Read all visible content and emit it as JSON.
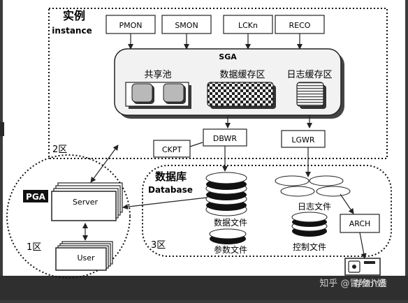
{
  "instance": {
    "title_cn": "实例",
    "title_en": "instance",
    "zone": "2区",
    "processes": [
      "PMON",
      "SMON",
      "LCKn",
      "RECO"
    ],
    "sga": {
      "label": "SGA",
      "shared_pool": "共享池",
      "buffer_cache": "数据缓存区",
      "log_buffer": "日志缓存区"
    },
    "dbwr": "DBWR",
    "ckpt": "CKPT",
    "lgwr": "LGWR"
  },
  "database": {
    "title_cn": "数据库",
    "title_en": "Database",
    "zone": "3区",
    "data_files": "数据文件",
    "param_files": "参数文件",
    "log_files": "日志文件",
    "control_files": "控制文件",
    "arch": "ARCH",
    "archive_storage": "存储介质"
  },
  "client": {
    "pga": "PGA",
    "server": "Server",
    "user": "User",
    "zone": "1区"
  },
  "watermark": "知乎 @冒险小妞"
}
